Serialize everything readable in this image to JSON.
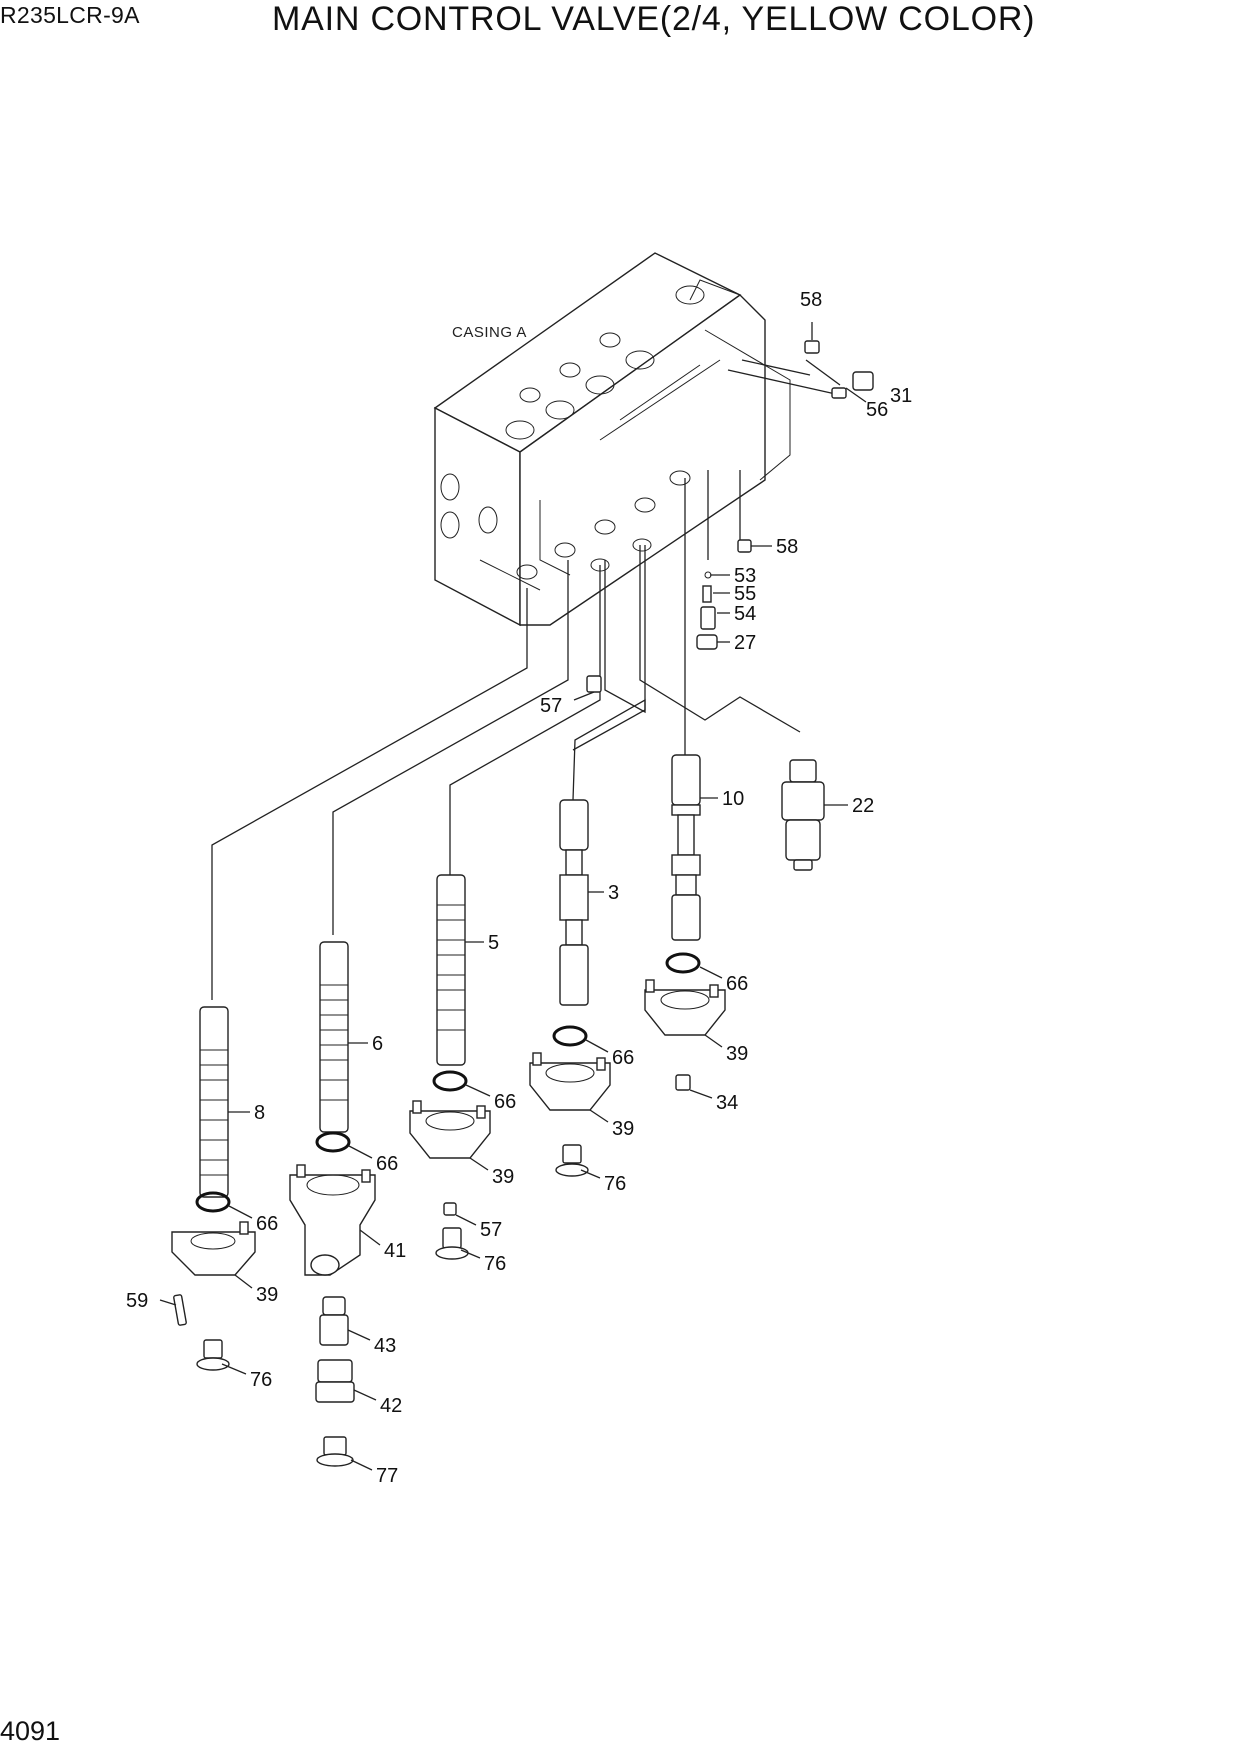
{
  "header": {
    "model": "R235LCR-9A",
    "title": "MAIN CONTROL VALVE(2/4, YELLOW COLOR)"
  },
  "footer": {
    "page_number": "4091"
  },
  "diagram": {
    "casing_label": "CASING A",
    "callouts": {
      "c58a": "58",
      "c56": "56",
      "c31": "31",
      "c58b": "58",
      "c53": "53",
      "c55": "55",
      "c54": "54",
      "c27": "27",
      "c57a": "57",
      "c10": "10",
      "c22": "22",
      "c3": "3",
      "c5": "5",
      "c6": "6",
      "c8": "8",
      "c66a": "66",
      "c66b": "66",
      "c66c": "66",
      "c66d": "66",
      "c66e": "66",
      "c39a": "39",
      "c39b": "39",
      "c39c": "39",
      "c39d": "39",
      "c34": "34",
      "c76a": "76",
      "c76b": "76",
      "c76c": "76",
      "c57b": "57",
      "c41": "41",
      "c43": "43",
      "c42": "42",
      "c77": "77",
      "c59": "59"
    }
  }
}
